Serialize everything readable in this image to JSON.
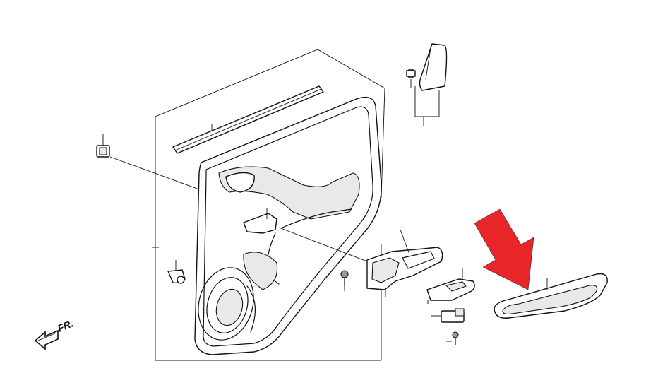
{
  "diagram": {
    "front_marker_label": "FR.",
    "arrow_color": "#e8262a",
    "line_color": "#111111",
    "background": "#ffffff",
    "parts": [
      "door-lining-panel",
      "beltline-weatherstrip",
      "corner-garnish",
      "clip",
      "trim-fastener",
      "inner-handle-assembly",
      "handle-bezel-cover",
      "switch-panel",
      "armrest-garnish",
      "screw"
    ],
    "highlight_target": "armrest-garnish"
  }
}
